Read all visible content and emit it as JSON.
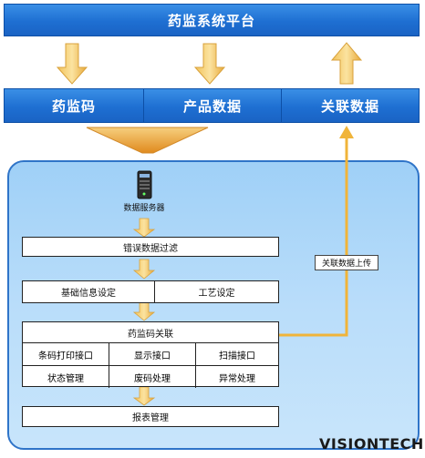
{
  "platform": {
    "title": "药监系统平台"
  },
  "top_row": {
    "code": "药监码",
    "product_data": "产品数据",
    "linked_data": "关联数据"
  },
  "server": {
    "label": "数据服务器"
  },
  "upload_label": "关联数据上传",
  "boxes": {
    "error_filter": "错误数据过滤",
    "basic_info": "基础信息设定",
    "process": "工艺设定",
    "code_link": "药监码关联",
    "print_iface": "条码打印接口",
    "display_iface": "显示接口",
    "scan_iface": "扫描接口",
    "status_mgmt": "状态管理",
    "waste_code": "废码处理",
    "exception": "异常处理",
    "report_mgmt": "报表管理"
  },
  "watermark": "VISIONTECH"
}
